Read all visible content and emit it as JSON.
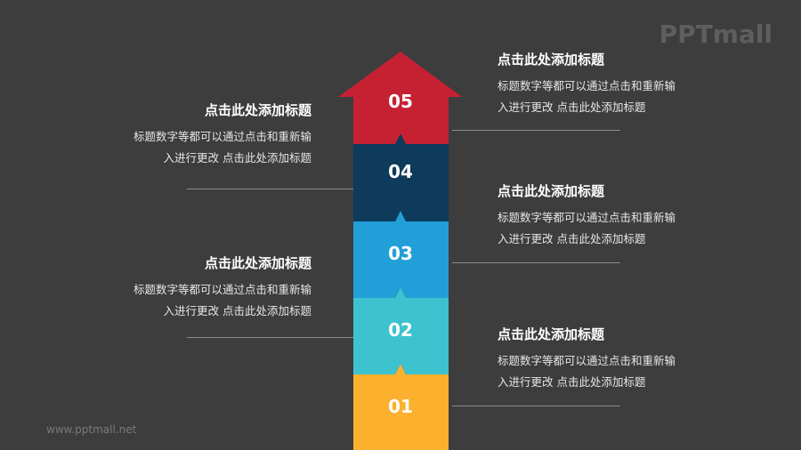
{
  "logo": "PPTmall",
  "footer_url": "www.pptmall.net",
  "steps": [
    {
      "num": "01",
      "color": "#fbb02e"
    },
    {
      "num": "02",
      "color": "#3dc3cf"
    },
    {
      "num": "03",
      "color": "#229fd8"
    },
    {
      "num": "04",
      "color": "#0e3a5c"
    },
    {
      "num": "05",
      "color": "#c62133"
    }
  ],
  "blocks": [
    {
      "title": "点击此处添加标题",
      "line1": "标题数字等都可以通过点击和重新输",
      "line2": "入进行更改 点击此处添加标题"
    },
    {
      "title": "点击此处添加标题",
      "line1": "标题数字等都可以通过点击和重新输",
      "line2": "入进行更改 点击此处添加标题"
    },
    {
      "title": "点击此处添加标题",
      "line1": "标题数字等都可以通过点击和重新输",
      "line2": "入进行更改 点击此处添加标题"
    },
    {
      "title": "点击此处添加标题",
      "line1": "标题数字等都可以通过点击和重新输",
      "line2": "入进行更改 点击此处添加标题"
    },
    {
      "title": "点击此处添加标题",
      "line1": "标题数字等都可以通过点击和重新输",
      "line2": "入进行更改 点击此处添加标题"
    }
  ]
}
